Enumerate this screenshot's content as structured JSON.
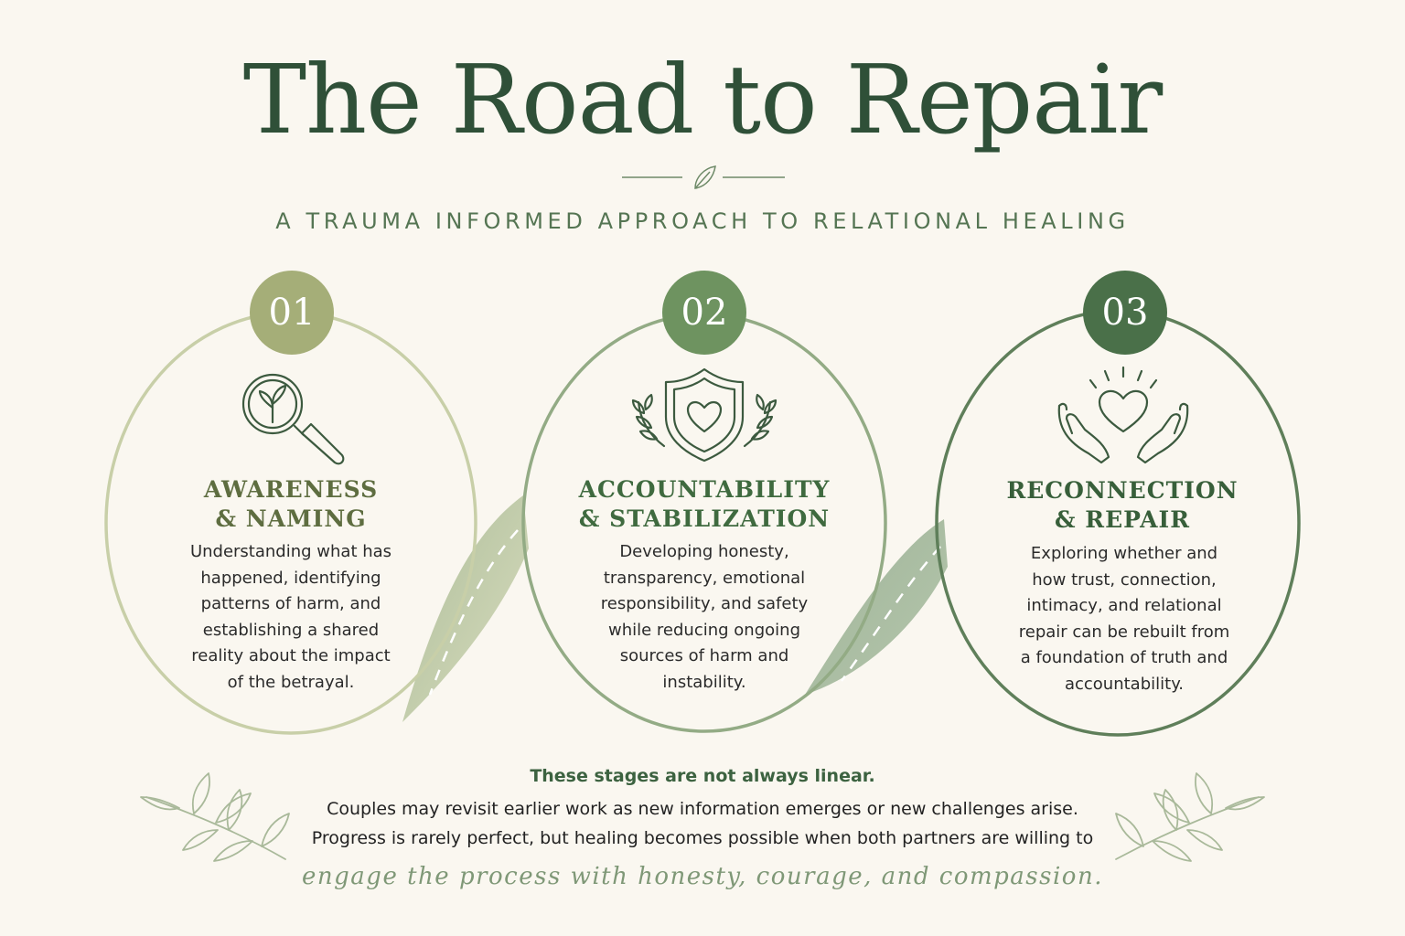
{
  "header": {
    "title": "The Road to Repair",
    "subtitle": "A TRAUMA INFORMED APPROACH TO RELATIONAL HEALING"
  },
  "stages": [
    {
      "number": "01",
      "title_line1": "AWARENESS",
      "title_line2": "& NAMING",
      "icon": "magnifier-sprout-icon",
      "body": [
        "Understanding what has",
        "happened, identifying",
        "patterns of harm, and",
        "establishing a shared",
        "reality about the impact",
        "of the betrayal."
      ]
    },
    {
      "number": "02",
      "title_line1": "ACCOUNTABILITY",
      "title_line2": "& STABILIZATION",
      "icon": "shield-heart-icon",
      "body": [
        "Developing honesty,",
        "transparency, emotional",
        "responsibility, and safety",
        "while reducing ongoing",
        "sources of harm and",
        "instability."
      ]
    },
    {
      "number": "03",
      "title_line1": "RECONNECTION",
      "title_line2": "& REPAIR",
      "icon": "hands-heart-icon",
      "body": [
        "Exploring whether and",
        "how trust, connection,",
        "intimacy, and relational",
        "repair can be rebuilt from",
        "a foundation of truth and",
        "accountability."
      ]
    }
  ],
  "note": {
    "heading": "These stages are not always linear.",
    "line1": "Couples may revisit earlier work as new information emerges or new challenges arise.",
    "line2": "Progress is rarely perfect, but healing becomes possible when both partners are willing to",
    "script": "engage the process with honesty, courage, and compassion."
  },
  "colors": {
    "background": "#faf7f0",
    "title": "#2f5038",
    "stage1": "#a5ae78",
    "stage2": "#6e9360",
    "stage3": "#4a7049",
    "road": "#b8c6a6"
  }
}
